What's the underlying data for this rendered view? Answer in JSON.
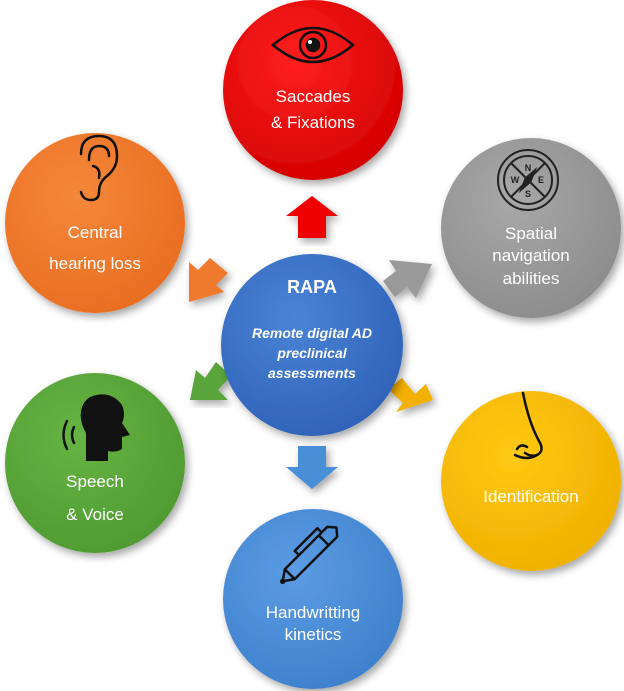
{
  "center": {
    "title": "RAPA",
    "subtitle_lines": [
      "Remote digital AD",
      "preclinical",
      "assessments"
    ]
  },
  "nodes": [
    {
      "id": "saccades",
      "lines": [
        "Saccades",
        "& Fixations"
      ],
      "color": "#e00000",
      "icon": "eye-icon"
    },
    {
      "id": "spatial",
      "lines": [
        "Spatial",
        "navigation",
        "abilities"
      ],
      "color": "#9a9a9a",
      "icon": "compass-icon"
    },
    {
      "id": "identification",
      "lines": [
        "Identification"
      ],
      "color": "#f5b800",
      "icon": "nose-icon"
    },
    {
      "id": "handwriting",
      "lines": [
        "Handwritting",
        "kinetics"
      ],
      "color": "#4a8fd8",
      "icon": "pen-icon"
    },
    {
      "id": "speech",
      "lines": [
        "Speech",
        "& Voice"
      ],
      "color": "#5aa53a",
      "icon": "speaking-head-icon"
    },
    {
      "id": "hearing",
      "lines": [
        "Central",
        "hearing loss"
      ],
      "color": "#ef7a2e",
      "icon": "ear-icon"
    }
  ],
  "compass_letters": [
    "N",
    "E",
    "S",
    "W"
  ]
}
